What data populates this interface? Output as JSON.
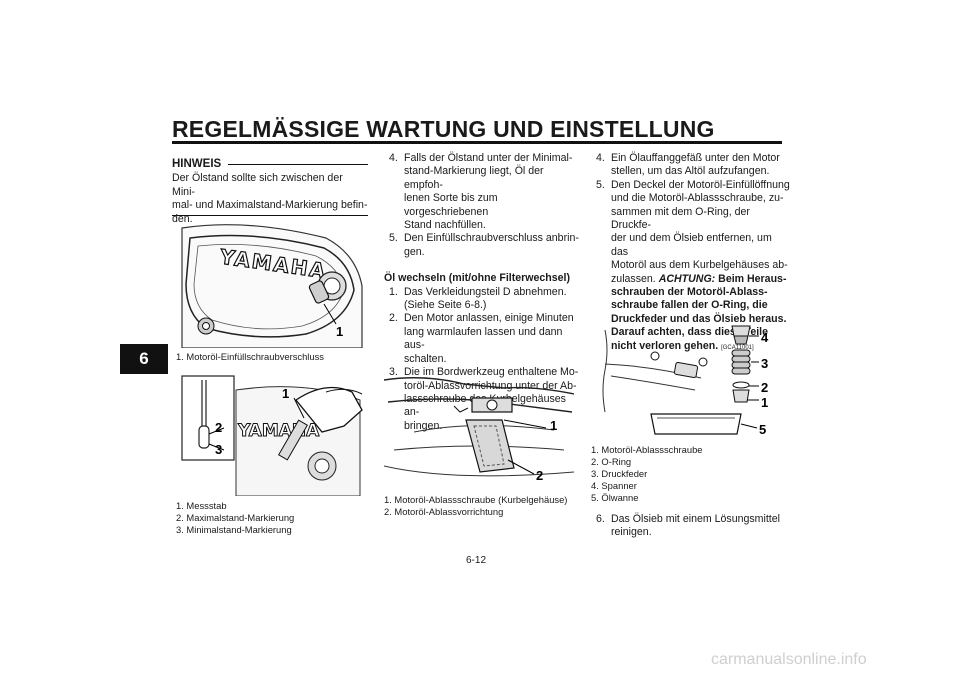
{
  "header": {
    "title": "REGELMÄSSIGE WARTUNG UND EINSTELLUNG",
    "chapter": "6"
  },
  "left": {
    "hinweis_label": "HINWEIS",
    "hinweis_lines": [
      "Der Ölstand sollte sich zwischen der Mini-",
      "mal- und Maximalstand-Markierung befin-",
      "den."
    ],
    "fig1": {
      "brand": "YAMAHA",
      "callout": "1"
    },
    "caption1": [
      "1. Motoröl-Einfüllschraubverschluss"
    ],
    "fig2": {
      "brand": "YAMAHA",
      "callouts": [
        "1",
        "2",
        "3"
      ]
    },
    "caption2": [
      "1. Messstab",
      "2. Maximalstand-Markierung",
      "3. Minimalstand-Markierung"
    ]
  },
  "middle": {
    "steps_top": [
      {
        "n": "4.",
        "lines": [
          "Falls der Ölstand unter der Minimal-",
          "stand-Markierung liegt, Öl der empfoh-",
          "lenen Sorte bis zum vorgeschriebenen",
          "Stand nachfüllen."
        ]
      },
      {
        "n": "5.",
        "lines": [
          "Den Einfüllschraubverschluss anbrin-",
          "gen."
        ]
      }
    ],
    "heading": "Öl wechseln (mit/ohne Filterwechsel)",
    "steps": [
      {
        "n": "1.",
        "lines": [
          "Das Verkleidungsteil D abnehmen.",
          "(Siehe Seite 6-8.)"
        ]
      },
      {
        "n": "2.",
        "lines": [
          "Den Motor anlassen, einige Minuten",
          "lang warmlaufen lassen und dann aus-",
          "schalten."
        ]
      },
      {
        "n": "3.",
        "lines": [
          "Die im Bordwerkzeug enthaltene Mo-",
          "toröl-Ablassvorrichtung unter der Ab-",
          "lassschraube des Kurbelgehäuses an-",
          "bringen."
        ]
      }
    ],
    "fig3": {
      "callouts": [
        "1",
        "2"
      ]
    },
    "caption3": [
      "1. Motoröl-Ablassschraube (Kurbelgehäuse)",
      "2. Motoröl-Ablassvorrichtung"
    ]
  },
  "right": {
    "steps": [
      {
        "n": "4.",
        "lines": [
          "Ein Ölauffanggefäß unter den Motor",
          "stellen, um das Altöl aufzufangen."
        ]
      },
      {
        "n": "5.",
        "lines": [
          "Den Deckel der Motoröl-Einfüllöffnung",
          "und die Motoröl-Ablassschraube, zu-",
          "sammen mit dem O-Ring, der Druckfe-",
          "der und dem Ölsieb entfernen, um das",
          "Motoröl aus dem Kurbelgehäuses ab-",
          "zulassen."
        ]
      }
    ],
    "warning_label": "ACHTUNG:",
    "warning_first": "Beim Heraus-",
    "warning_lines": [
      "schrauben der Motoröl-Ablass-",
      "schraube fallen der O-Ring, die",
      "Druckfeder und das Ölsieb heraus.",
      "Darauf achten, dass diese Teile",
      "nicht verloren gehen."
    ],
    "warning_code": "[GCA11001]",
    "fig4": {
      "callouts": [
        "4",
        "3",
        "2",
        "1",
        "5"
      ]
    },
    "caption4": [
      "1. Motoröl-Ablassschraube",
      "2. O-Ring",
      "3. Druckfeder",
      "4. Spanner",
      "5. Ölwanne"
    ],
    "step6": {
      "n": "6.",
      "lines": [
        "Das Ölsieb mit einem Lösungsmittel",
        "reinigen."
      ]
    }
  },
  "footer": {
    "page_number": "6-12",
    "watermark": "carmanualsonline.info"
  }
}
